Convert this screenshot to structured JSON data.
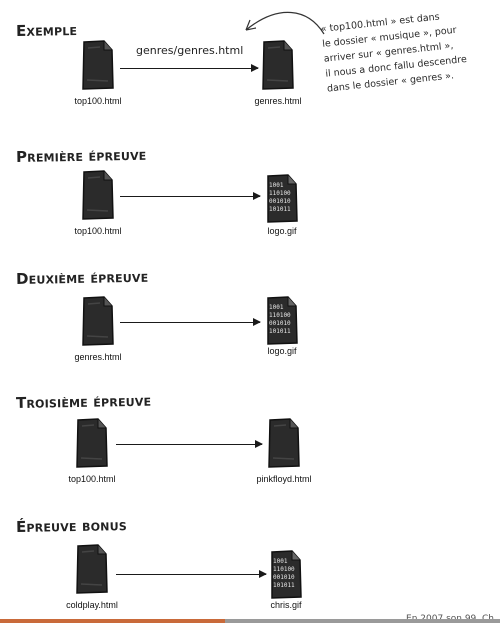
{
  "sections": [
    {
      "heading": "Exemple",
      "from_file": "top100.html",
      "to_file": "genres.html",
      "path": "genres/genres.html",
      "to_icon": "html-document-icon"
    },
    {
      "heading": "Première épreuve",
      "from_file": "top100.html",
      "to_file": "logo.gif",
      "path": "",
      "to_icon": "binary-image-file-icon"
    },
    {
      "heading": "Deuxième épreuve",
      "from_file": "genres.html",
      "to_file": "logo.gif",
      "path": "",
      "to_icon": "binary-image-file-icon"
    },
    {
      "heading": "Troisième épreuve",
      "from_file": "top100.html",
      "to_file": "pinkfloyd.html",
      "path": "",
      "to_icon": "html-document-icon"
    },
    {
      "heading": "Épreuve bonus",
      "from_file": "coldplay.html",
      "to_file": "chris.gif",
      "path": "",
      "to_icon": "binary-image-file-icon"
    }
  ],
  "note": {
    "lines": [
      "« top100.html » est dans",
      "le dossier « musique », pour",
      "arriver sur « genres.html »,",
      "il nous a donc fallu descendre",
      "dans le dossier « genres »."
    ]
  },
  "binary_text": [
    "1001",
    "110100",
    "001010",
    "101011"
  ],
  "footer_fragment": "En 2007 son 99. Ch",
  "colors": {
    "ink": "#1a1a1a",
    "file_dark": "#2b2b2b",
    "accent_strip": "#c96a3a"
  }
}
